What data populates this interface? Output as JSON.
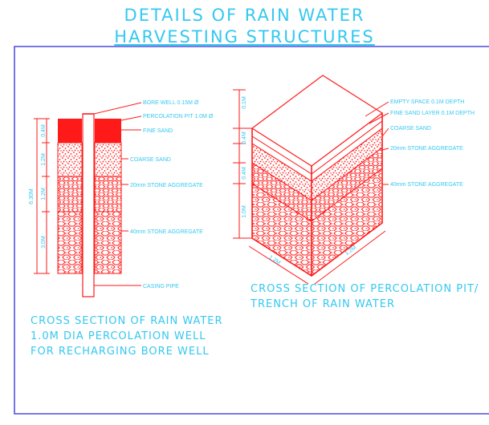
{
  "title": {
    "line1": "DETAILS OF RAIN WATER",
    "line2": "HARVESTING STRUCTURES"
  },
  "colors": {
    "cad_red": "#ff1a1a",
    "cad_cyan": "#35c8f0",
    "frame_blue": "#2b2bd6",
    "sheet_bg": "#ffffff"
  },
  "well": {
    "callouts": {
      "bore_well": "BORE WELL 0.15M Ø",
      "percolation_pit": "PERCOLATION PIT 1.0M Ø",
      "fine_sand": "FINE SAND",
      "coarse_sand": "COARSE SAND",
      "stone_20mm": "20mm STONE AGGREGATE",
      "stone_40mm": "40mm STONE AGGREGATE",
      "casing_pipe": "CASING PIPE"
    },
    "dims": {
      "fine": "0.4M",
      "coarse": "1.2M",
      "stone20": "1.2M",
      "stone40": "3.0M",
      "total": "6.30M"
    },
    "caption": [
      "CROSS SECTION OF RAIN WATER",
      "1.0M DIA PERCOLATION WELL",
      "FOR RECHARGING BORE WELL"
    ]
  },
  "pit": {
    "callouts": {
      "empty_space": "EMPTY SPACE 0.1M DEPTH",
      "fine_sand_layer": "FINE SAND LAYER 0.1M DEPTH",
      "coarse_sand": "COARSE SAND",
      "stone_20mm": "20mm STONE AGGREGATE",
      "stone_40mm": "40mm STONE AGGREGATE"
    },
    "dims": {
      "empty": "0.1M",
      "coarse": "0.4M",
      "stone20": "0.4M",
      "stone40": "1.0M",
      "length": "1.2M",
      "width": "1.2M"
    },
    "caption": [
      "CROSS SECTION OF PERCOLATION PIT/",
      "TRENCH OF RAIN WATER"
    ]
  }
}
